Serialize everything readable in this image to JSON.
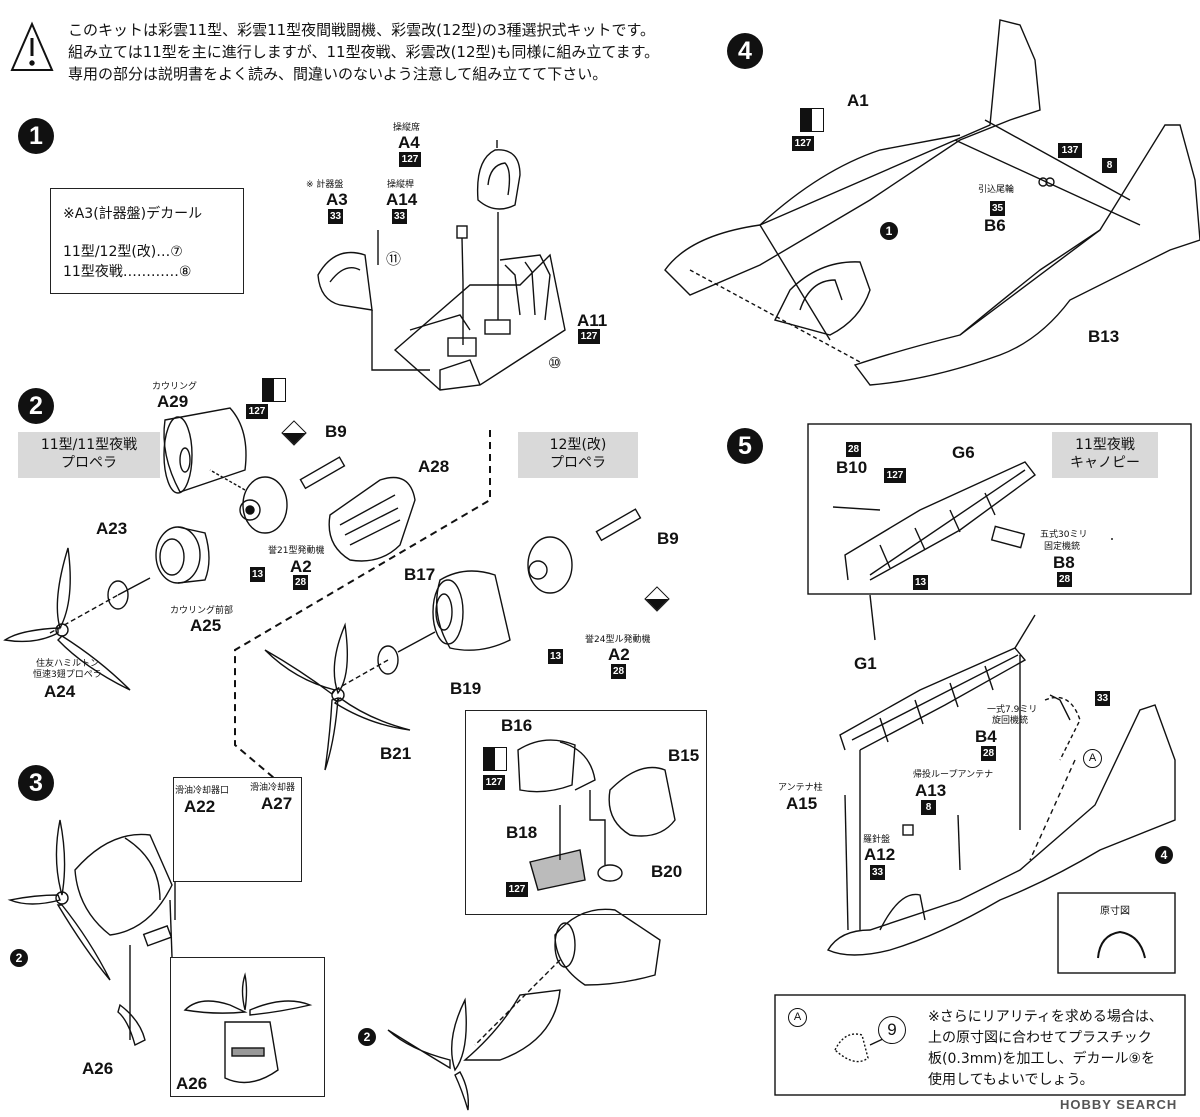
{
  "header": {
    "line1": "このキットは彩雲11型、彩雲11型夜間戦闘機、彩雲改(12型)の3種選択式キットです。",
    "line2": "組み立ては11型を主に進行しますが、11型夜戦、彩雲改(12型)も同様に組み立てます。",
    "line3": "専用の部分は説明書をよく読み、間違いのないよう注意して組み立てて下さい。"
  },
  "steps": {
    "s1": "1",
    "s2": "2",
    "s3": "3",
    "s4": "4",
    "s5": "5"
  },
  "decal_box": {
    "title": "※A3(計器盤)デカール",
    "row1": "11型/12型(改)…⑦",
    "row2": "11型夜戦…………⑧"
  },
  "step1": {
    "seat_caption": "操縦席",
    "seat_part": "A4",
    "seat_paint": "127",
    "panel_caption": "※ 計器盤",
    "panel_part": "A3",
    "panel_paint": "33",
    "stick_caption": "操縦桿",
    "stick_part": "A14",
    "stick_paint": "33",
    "floor_part": "A11",
    "floor_paint": "127",
    "ref11": "⑪",
    "ref10": "⑩"
  },
  "step2": {
    "group1_line1": "11型/11型夜戦",
    "group1_line2": "プロペラ",
    "group2_line1": "12型(改)",
    "group2_line2": "プロペラ",
    "cowl_caption": "カウリング",
    "cowl_part": "A29",
    "cowl_paint": "127",
    "b9": "B9",
    "a28": "A28",
    "a23": "A23",
    "engine21_caption": "誉21型発動機",
    "a2": "A2",
    "paint13": "13",
    "paint28": "28",
    "front_caption": "カウリング前部",
    "a25": "A25",
    "prop_caption1": "住友ハミルトン",
    "prop_caption2": "恒速3翅プロペラ",
    "a24": "A24",
    "b17": "B17",
    "b19": "B19",
    "b21": "B21",
    "engine24_caption": "誉24型ル発動機"
  },
  "step3": {
    "oil_inlet_caption": "滑油冷却器口",
    "a22": "A22",
    "oil_cooler_caption": "滑油冷却器",
    "a27": "A27",
    "a26": "A26",
    "ref2": "2",
    "b16": "B16",
    "b15": "B15",
    "b18": "B18",
    "b20": "B20",
    "paint127": "127"
  },
  "step4": {
    "a1": "A1",
    "paint127": "127",
    "paint137": "137",
    "paint8": "8",
    "tail_caption": "引込尾輪",
    "tail_paint": "35",
    "b6": "B6",
    "b13": "B13",
    "ref1": "1"
  },
  "step5": {
    "nf_line1": "11型夜戦",
    "nf_line2": "キャノピー",
    "b10_paint": "28",
    "b10": "B10",
    "b10_paint2": "127",
    "g6": "G6",
    "g6_paint": "13",
    "gun_caption1": "五式30ミリ",
    "gun_caption2": "固定機銃",
    "b8": "B8",
    "b8_paint": "28",
    "g1": "G1",
    "mg_caption1": "一式7.9ミリ",
    "mg_caption2": "旋回機銃",
    "b4": "B4",
    "b4_paint": "28",
    "loop_caption": "帰投ループアンテナ",
    "a13": "A13",
    "a13_paint": "8",
    "mast_caption": "アンテナ柱",
    "a15": "A15",
    "compass_caption": "羅針盤",
    "a12": "A12",
    "a12_paint": "33",
    "paint33": "33",
    "ref_a": "A",
    "ref4": "4",
    "template_title": "原寸図"
  },
  "bottom_note": {
    "ref_a": "A",
    "ref9": "9",
    "line1": "※さらにリアリティを求める場合は、",
    "line2": "上の原寸図に合わせてプラスチック",
    "line3": "板(0.3mm)を加工し、デカール⑨を",
    "line4": "使用してもよいでしょう。"
  },
  "watermark": "HOBBY SEARCH"
}
